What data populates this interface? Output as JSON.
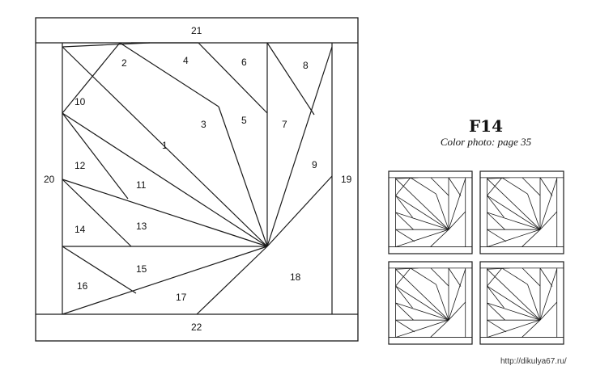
{
  "block_id": "F14",
  "color_photo": "Color photo: page 35",
  "watermark": "http://dikulya67.ru/",
  "piece_labels": {
    "p1": "1",
    "p2": "2",
    "p3": "3",
    "p4": "4",
    "p5": "5",
    "p6": "6",
    "p7": "7",
    "p8": "8",
    "p9": "9",
    "p10": "10",
    "p11": "11",
    "p12": "12",
    "p13": "13",
    "p14": "14",
    "p15": "15",
    "p16": "16",
    "p17": "17",
    "p18": "18",
    "p19": "19",
    "p20": "20",
    "p21": "21",
    "p22": "22"
  },
  "thumbnails": {
    "count": 4
  }
}
